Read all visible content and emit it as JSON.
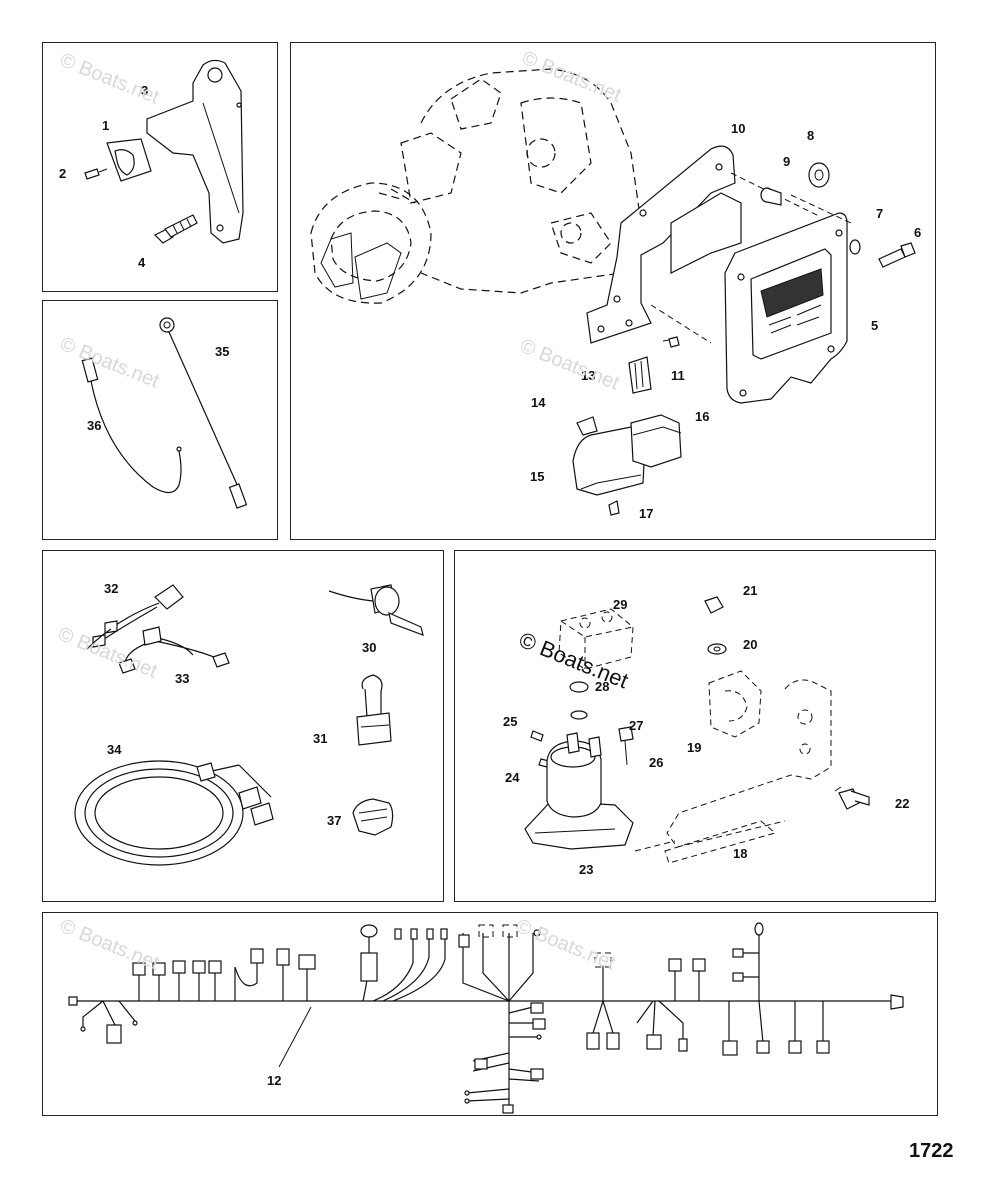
{
  "page_number": "1722",
  "watermark": {
    "small": "© Boats.net",
    "main": "© Boats.net"
  },
  "panels": {
    "bracket": {
      "callouts": [
        "1",
        "2",
        "3",
        "4"
      ]
    },
    "sensors": {
      "callouts": [
        "35",
        "36"
      ]
    },
    "ecm": {
      "callouts": [
        "5",
        "6",
        "7",
        "8",
        "9",
        "10",
        "11",
        "13",
        "14",
        "15",
        "16",
        "17"
      ]
    },
    "harness_adapters": {
      "callouts": [
        "30",
        "31",
        "32",
        "33",
        "34",
        "37"
      ]
    },
    "starter_solenoid": {
      "callouts": [
        "18",
        "19",
        "20",
        "21",
        "22",
        "23",
        "24",
        "25",
        "26",
        "27",
        "28",
        "29"
      ]
    },
    "main_harness": {
      "callouts": [
        "12"
      ]
    }
  }
}
